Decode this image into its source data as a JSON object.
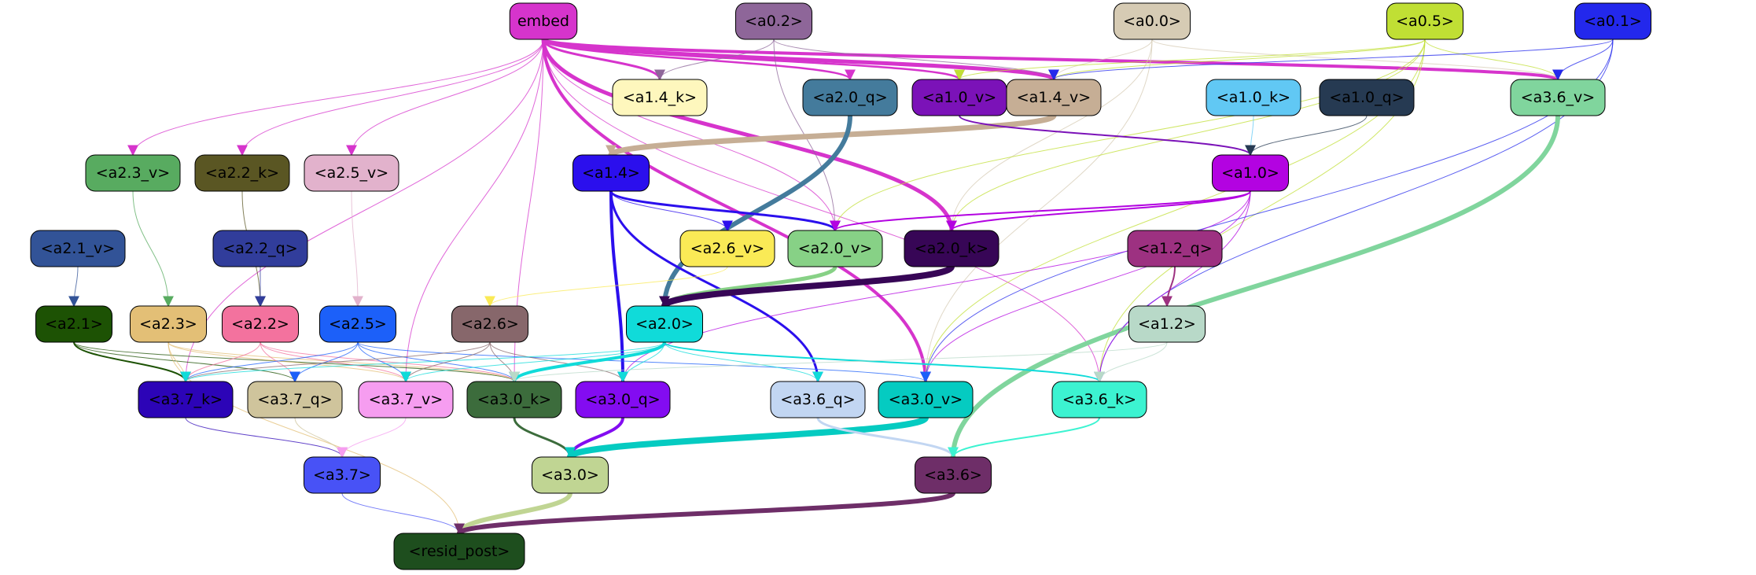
{
  "graph": {
    "nodes": [
      {
        "id": "embed",
        "label": "embed",
        "fill": "#d634cc",
        "text": "#000000"
      },
      {
        "id": "a0_2",
        "label": "<a0.2>",
        "fill": "#8e6699",
        "text": "#000000"
      },
      {
        "id": "a0_0",
        "label": "<a0.0>",
        "fill": "#d6cbb4",
        "text": "#000000"
      },
      {
        "id": "a0_5",
        "label": "<a0.5>",
        "fill": "#c0df34",
        "text": "#000000"
      },
      {
        "id": "a0_1",
        "label": "<a0.1>",
        "fill": "#2328ec",
        "text": "#000000"
      },
      {
        "id": "a1_4_k",
        "label": "<a1.4_k>",
        "fill": "#fef7bd",
        "text": "#000000"
      },
      {
        "id": "a2_0_q",
        "label": "<a2.0_q>",
        "fill": "#447b9c",
        "text": "#000000"
      },
      {
        "id": "a1_0_v",
        "label": "<a1.0_v>",
        "fill": "#7b12b8",
        "text": "#000000"
      },
      {
        "id": "a1_4_v",
        "label": "<a1.4_v>",
        "fill": "#c6ae95",
        "text": "#000000"
      },
      {
        "id": "a1_0_k",
        "label": "<a1.0_k>",
        "fill": "#61c8f4",
        "text": "#000000"
      },
      {
        "id": "a1_0_q",
        "label": "<a1.0_q>",
        "fill": "#263a52",
        "text": "#000000"
      },
      {
        "id": "a3_6_v",
        "label": "<a3.6_v>",
        "fill": "#80d59d",
        "text": "#000000"
      },
      {
        "id": "a2_3_v",
        "label": "<a2.3_v>",
        "fill": "#58ab60",
        "text": "#000000"
      },
      {
        "id": "a2_2_k",
        "label": "<a2.2_k>",
        "fill": "#5a5623",
        "text": "#000000"
      },
      {
        "id": "a2_5_v",
        "label": "<a2.5_v>",
        "fill": "#e2b2cc",
        "text": "#000000"
      },
      {
        "id": "a1_4",
        "label": "<a1.4>",
        "fill": "#2b0fed",
        "text": "#000000"
      },
      {
        "id": "a1_0",
        "label": "<a1.0>",
        "fill": "#b303e1",
        "text": "#000000"
      },
      {
        "id": "a2_1_v",
        "label": "<a2.1_v>",
        "fill": "#325397",
        "text": "#000000"
      },
      {
        "id": "a2_2_q",
        "label": "<a2.2_q>",
        "fill": "#313d9b",
        "text": "#000000"
      },
      {
        "id": "a2_6_v",
        "label": "<a2.6_v>",
        "fill": "#faea56",
        "text": "#000000"
      },
      {
        "id": "a2_0_v",
        "label": "<a2.0_v>",
        "fill": "#87d186",
        "text": "#000000"
      },
      {
        "id": "a2_0_k",
        "label": "<a2.0_k>",
        "fill": "#370656",
        "text": "#000000"
      },
      {
        "id": "a1_2_q",
        "label": "<a1.2_q>",
        "fill": "#9d3181",
        "text": "#000000"
      },
      {
        "id": "a2_1",
        "label": "<a2.1>",
        "fill": "#1d5204",
        "text": "#000000"
      },
      {
        "id": "a2_3",
        "label": "<a2.3>",
        "fill": "#e3bf76",
        "text": "#000000"
      },
      {
        "id": "a2_2",
        "label": "<a2.2>",
        "fill": "#f3729e",
        "text": "#000000"
      },
      {
        "id": "a2_5",
        "label": "<a2.5>",
        "fill": "#1c60f9",
        "text": "#000000"
      },
      {
        "id": "a2_6",
        "label": "<a2.6>",
        "fill": "#87676b",
        "text": "#000000"
      },
      {
        "id": "a2_0",
        "label": "<a2.0>",
        "fill": "#10dbd9",
        "text": "#000000"
      },
      {
        "id": "a1_2",
        "label": "<a1.2>",
        "fill": "#b8d9c8",
        "text": "#000000"
      },
      {
        "id": "a3_7_k",
        "label": "<a3.7_k>",
        "fill": "#2c04b7",
        "text": "#000000"
      },
      {
        "id": "a3_7_q",
        "label": "<a3.7_q>",
        "fill": "#cfc49c",
        "text": "#000000"
      },
      {
        "id": "a3_7_v",
        "label": "<a3.7_v>",
        "fill": "#f69df0",
        "text": "#000000"
      },
      {
        "id": "a3_0_k",
        "label": "<a3.0_k>",
        "fill": "#3c6c3c",
        "text": "#000000"
      },
      {
        "id": "a3_0_q",
        "label": "<a3.0_q>",
        "fill": "#830cf1",
        "text": "#000000"
      },
      {
        "id": "a3_6_q",
        "label": "<a3.6_q>",
        "fill": "#c2d6f2",
        "text": "#000000"
      },
      {
        "id": "a3_0_v",
        "label": "<a3.0_v>",
        "fill": "#05cbc1",
        "text": "#000000"
      },
      {
        "id": "a3_6_k",
        "label": "<a3.6_k>",
        "fill": "#3cf3d1",
        "text": "#000000"
      },
      {
        "id": "a3_7",
        "label": "<a3.7>",
        "fill": "#4852f6",
        "text": "#000000"
      },
      {
        "id": "a3_0",
        "label": "<a3.0>",
        "fill": "#c0d593",
        "text": "#000000"
      },
      {
        "id": "a3_6",
        "label": "<a3.6>",
        "fill": "#6e2e68",
        "text": "#000000"
      },
      {
        "id": "resid_post",
        "label": "<resid_post>",
        "fill": "#1e4e1e",
        "text": "#000000"
      }
    ],
    "edges": [
      {
        "from": "embed",
        "to": "a1_4_v",
        "color": "#d634cc",
        "width": 5
      },
      {
        "from": "embed",
        "to": "a3_6_v",
        "color": "#d634cc",
        "width": 4
      },
      {
        "from": "embed",
        "to": "a2_0_k",
        "color": "#d634cc",
        "width": 5
      },
      {
        "from": "embed",
        "to": "a3_0_v",
        "color": "#d634cc",
        "width": 4
      },
      {
        "from": "embed",
        "to": "a1_4_k",
        "color": "#d634cc",
        "width": 3
      },
      {
        "from": "embed",
        "to": "a2_0_q",
        "color": "#d634cc",
        "width": 2.5
      },
      {
        "from": "embed",
        "to": "a1_0_v",
        "color": "#d634cc",
        "width": 2.5
      },
      {
        "from": "embed",
        "to": "a2_3_v",
        "color": "#d634cc",
        "width": 1
      },
      {
        "from": "embed",
        "to": "a2_2_k",
        "color": "#d634cc",
        "width": 1
      },
      {
        "from": "embed",
        "to": "a2_5_v",
        "color": "#d634cc",
        "width": 1
      },
      {
        "from": "embed",
        "to": "a3_7_k",
        "color": "#d634cc",
        "width": 1
      },
      {
        "from": "embed",
        "to": "a3_7_v",
        "color": "#d634cc",
        "width": 1
      },
      {
        "from": "embed",
        "to": "a3_0_k",
        "color": "#d634cc",
        "width": 1
      },
      {
        "from": "embed",
        "to": "a3_6_k",
        "color": "#d634cc",
        "width": 1
      },
      {
        "from": "embed",
        "to": "a2_0_v",
        "color": "#d634cc",
        "width": 1
      },
      {
        "from": "a0_2",
        "to": "a1_4_v",
        "color": "#8e6699",
        "width": 1
      },
      {
        "from": "a0_2",
        "to": "a1_4_k",
        "color": "#8e6699",
        "width": 1
      },
      {
        "from": "a0_2",
        "to": "a2_0_v",
        "color": "#8e6699",
        "width": 1
      },
      {
        "from": "a0_0",
        "to": "a1_4_v",
        "color": "#d6cbb4",
        "width": 1
      },
      {
        "from": "a0_0",
        "to": "a2_0_k",
        "color": "#d6cbb4",
        "width": 1
      },
      {
        "from": "a0_0",
        "to": "a3_6_v",
        "color": "#d6cbb4",
        "width": 1
      },
      {
        "from": "a0_0",
        "to": "a3_0_v",
        "color": "#d6cbb4",
        "width": 1
      },
      {
        "from": "a0_5",
        "to": "a1_4_v",
        "color": "#c0df34",
        "width": 1
      },
      {
        "from": "a0_5",
        "to": "a3_6_v",
        "color": "#c0df34",
        "width": 1
      },
      {
        "from": "a0_5",
        "to": "a2_0_k",
        "color": "#c0df34",
        "width": 1
      },
      {
        "from": "a0_5",
        "to": "a2_0_v",
        "color": "#c0df34",
        "width": 1
      },
      {
        "from": "a0_5",
        "to": "a1_0_v",
        "color": "#c0df34",
        "width": 1
      },
      {
        "from": "a0_5",
        "to": "a3_6_k",
        "color": "#c0df34",
        "width": 1
      },
      {
        "from": "a0_5",
        "to": "a3_0_v",
        "color": "#c0df34",
        "width": 1
      },
      {
        "from": "a0_1",
        "to": "a3_6_v",
        "color": "#2328ec",
        "width": 1
      },
      {
        "from": "a0_1",
        "to": "a1_4_v",
        "color": "#2328ec",
        "width": 1
      },
      {
        "from": "a0_1",
        "to": "a3_6_k",
        "color": "#2328ec",
        "width": 1
      },
      {
        "from": "a0_1",
        "to": "a3_0_v",
        "color": "#2328ec",
        "width": 1
      },
      {
        "from": "a1_4_v",
        "to": "a1_4",
        "color": "#c6ae95",
        "width": 7
      },
      {
        "from": "a2_0_q",
        "to": "a2_0",
        "color": "#447b9c",
        "width": 6
      },
      {
        "from": "a1_0_v",
        "to": "a1_0",
        "color": "#7b12b8",
        "width": 2
      },
      {
        "from": "a1_0_k",
        "to": "a1_0",
        "color": "#61c8f4",
        "width": 1
      },
      {
        "from": "a1_0_q",
        "to": "a1_0",
        "color": "#263a52",
        "width": 1
      },
      {
        "from": "a3_6_v",
        "to": "a3_6",
        "color": "#80d59d",
        "width": 6
      },
      {
        "from": "a2_3_v",
        "to": "a2_3",
        "color": "#58ab60",
        "width": 1
      },
      {
        "from": "a2_2_k",
        "to": "a2_2",
        "color": "#5a5623",
        "width": 1
      },
      {
        "from": "a2_5_v",
        "to": "a2_5",
        "color": "#e2b2cc",
        "width": 1
      },
      {
        "from": "a1_4",
        "to": "a2_0_v",
        "color": "#2b0fed",
        "width": 3
      },
      {
        "from": "a1_4",
        "to": "a3_0_q",
        "color": "#2b0fed",
        "width": 4
      },
      {
        "from": "a1_4",
        "to": "a3_6_q",
        "color": "#2b0fed",
        "width": 3
      },
      {
        "from": "a1_4",
        "to": "a2_6_v",
        "color": "#2b0fed",
        "width": 1
      },
      {
        "from": "a1_0",
        "to": "a2_0_k",
        "color": "#b303e1",
        "width": 2
      },
      {
        "from": "a1_0",
        "to": "a2_0_v",
        "color": "#b303e1",
        "width": 2
      },
      {
        "from": "a1_0",
        "to": "a3_0_v",
        "color": "#b303e1",
        "width": 1
      },
      {
        "from": "a1_0",
        "to": "a3_6_k",
        "color": "#b303e1",
        "width": 1
      },
      {
        "from": "a1_0",
        "to": "a3_0_q",
        "color": "#b303e1",
        "width": 1
      },
      {
        "from": "a2_1_v",
        "to": "a2_1",
        "color": "#325397",
        "width": 1
      },
      {
        "from": "a2_2_q",
        "to": "a2_2",
        "color": "#313d9b",
        "width": 1
      },
      {
        "from": "a2_0_v",
        "to": "a2_0",
        "color": "#87d186",
        "width": 5
      },
      {
        "from": "a2_0_k",
        "to": "a2_0",
        "color": "#370656",
        "width": 8
      },
      {
        "from": "a1_2_q",
        "to": "a1_2",
        "color": "#9d3181",
        "width": 2
      },
      {
        "from": "a2_6_v",
        "to": "a2_6",
        "color": "#faea56",
        "width": 1
      },
      {
        "from": "a2_1",
        "to": "a3_7_k",
        "color": "#1d5204",
        "width": 2
      },
      {
        "from": "a2_1",
        "to": "a3_0_k",
        "color": "#1d5204",
        "width": 1
      },
      {
        "from": "a2_1",
        "to": "a3_7_q",
        "color": "#1d5204",
        "width": 1
      },
      {
        "from": "a2_3",
        "to": "a3_7_k",
        "color": "#e3bf76",
        "width": 1
      },
      {
        "from": "a2_3",
        "to": "a3_7_v",
        "color": "#e3bf76",
        "width": 1
      },
      {
        "from": "a2_3",
        "to": "a3_0_k",
        "color": "#e3bf76",
        "width": 1
      },
      {
        "from": "a2_3",
        "to": "resid_post",
        "color": "#e3bf76",
        "width": 1
      },
      {
        "from": "a2_2",
        "to": "a3_7_k",
        "color": "#f3729e",
        "width": 1
      },
      {
        "from": "a2_2",
        "to": "a3_7_q",
        "color": "#f3729e",
        "width": 1
      },
      {
        "from": "a2_2",
        "to": "a3_7_v",
        "color": "#f3729e",
        "width": 1
      },
      {
        "from": "a2_2",
        "to": "a3_0_k",
        "color": "#f3729e",
        "width": 1
      },
      {
        "from": "a2_5",
        "to": "a3_7_k",
        "color": "#1c60f9",
        "width": 1
      },
      {
        "from": "a2_5",
        "to": "a3_7_q",
        "color": "#1c60f9",
        "width": 1
      },
      {
        "from": "a2_5",
        "to": "a3_7_v",
        "color": "#1c60f9",
        "width": 1
      },
      {
        "from": "a2_5",
        "to": "a3_0_k",
        "color": "#1c60f9",
        "width": 1
      },
      {
        "from": "a2_5",
        "to": "a3_0_v",
        "color": "#1c60f9",
        "width": 1
      },
      {
        "from": "a2_6",
        "to": "a3_7_k",
        "color": "#87676b",
        "width": 1
      },
      {
        "from": "a2_6",
        "to": "a3_7_v",
        "color": "#87676b",
        "width": 1
      },
      {
        "from": "a2_6",
        "to": "a3_0_k",
        "color": "#87676b",
        "width": 1
      },
      {
        "from": "a2_6",
        "to": "a3_0_q",
        "color": "#87676b",
        "width": 1
      },
      {
        "from": "a2_0",
        "to": "a3_0_k",
        "color": "#10dbd9",
        "width": 4
      },
      {
        "from": "a2_0",
        "to": "a3_0_q",
        "color": "#10dbd9",
        "width": 1
      },
      {
        "from": "a2_0",
        "to": "a3_6_q",
        "color": "#10dbd9",
        "width": 1
      },
      {
        "from": "a2_0",
        "to": "a3_6_k",
        "color": "#10dbd9",
        "width": 2
      },
      {
        "from": "a2_0",
        "to": "a3_7_k",
        "color": "#10dbd9",
        "width": 1
      },
      {
        "from": "a2_0",
        "to": "a3_7_v",
        "color": "#10dbd9",
        "width": 1
      },
      {
        "from": "a1_2",
        "to": "a3_6_k",
        "color": "#b8d9c8",
        "width": 1
      },
      {
        "from": "a1_2",
        "to": "a3_0_k",
        "color": "#b8d9c8",
        "width": 1
      },
      {
        "from": "a3_7_k",
        "to": "a3_7",
        "color": "#2c04b7",
        "width": 1
      },
      {
        "from": "a3_7_q",
        "to": "a3_7",
        "color": "#cfc49c",
        "width": 1
      },
      {
        "from": "a3_7_v",
        "to": "a3_7",
        "color": "#f69df0",
        "width": 1
      },
      {
        "from": "a3_0_k",
        "to": "a3_0",
        "color": "#3c6c3c",
        "width": 3
      },
      {
        "from": "a3_0_q",
        "to": "a3_0",
        "color": "#830cf1",
        "width": 4
      },
      {
        "from": "a3_0_v",
        "to": "a3_0",
        "color": "#05cbc1",
        "width": 8
      },
      {
        "from": "a3_6_q",
        "to": "a3_6",
        "color": "#c2d6f2",
        "width": 3
      },
      {
        "from": "a3_6_k",
        "to": "a3_6",
        "color": "#3cf3d1",
        "width": 2
      },
      {
        "from": "a3_7",
        "to": "resid_post",
        "color": "#4852f6",
        "width": 1
      },
      {
        "from": "a3_0",
        "to": "resid_post",
        "color": "#c0d593",
        "width": 6
      },
      {
        "from": "a3_6",
        "to": "resid_post",
        "color": "#6e2e68",
        "width": 6
      }
    ]
  }
}
